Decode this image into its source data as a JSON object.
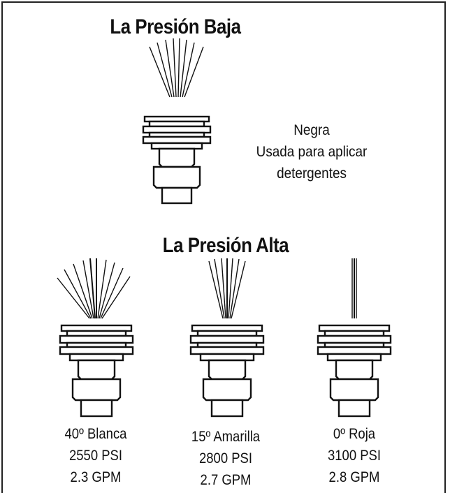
{
  "low_pressure": {
    "heading": "La Presión Baja",
    "nozzle": {
      "color_name": "Negra",
      "use_line1": "Usada para aplicar",
      "use_line2": "detergentes"
    }
  },
  "high_pressure": {
    "heading": "La Presión Alta",
    "nozzles": [
      {
        "angle_color": "40º Blanca",
        "pressure": "2550 PSI",
        "flow": "2.3 GPM"
      },
      {
        "angle_color": "15º Amarilla",
        "pressure": "2800 PSI",
        "flow": "2.7 GPM"
      },
      {
        "angle_color": "0º Roja",
        "pressure": "3100 PSI",
        "flow": "2.8 GPM"
      }
    ]
  }
}
